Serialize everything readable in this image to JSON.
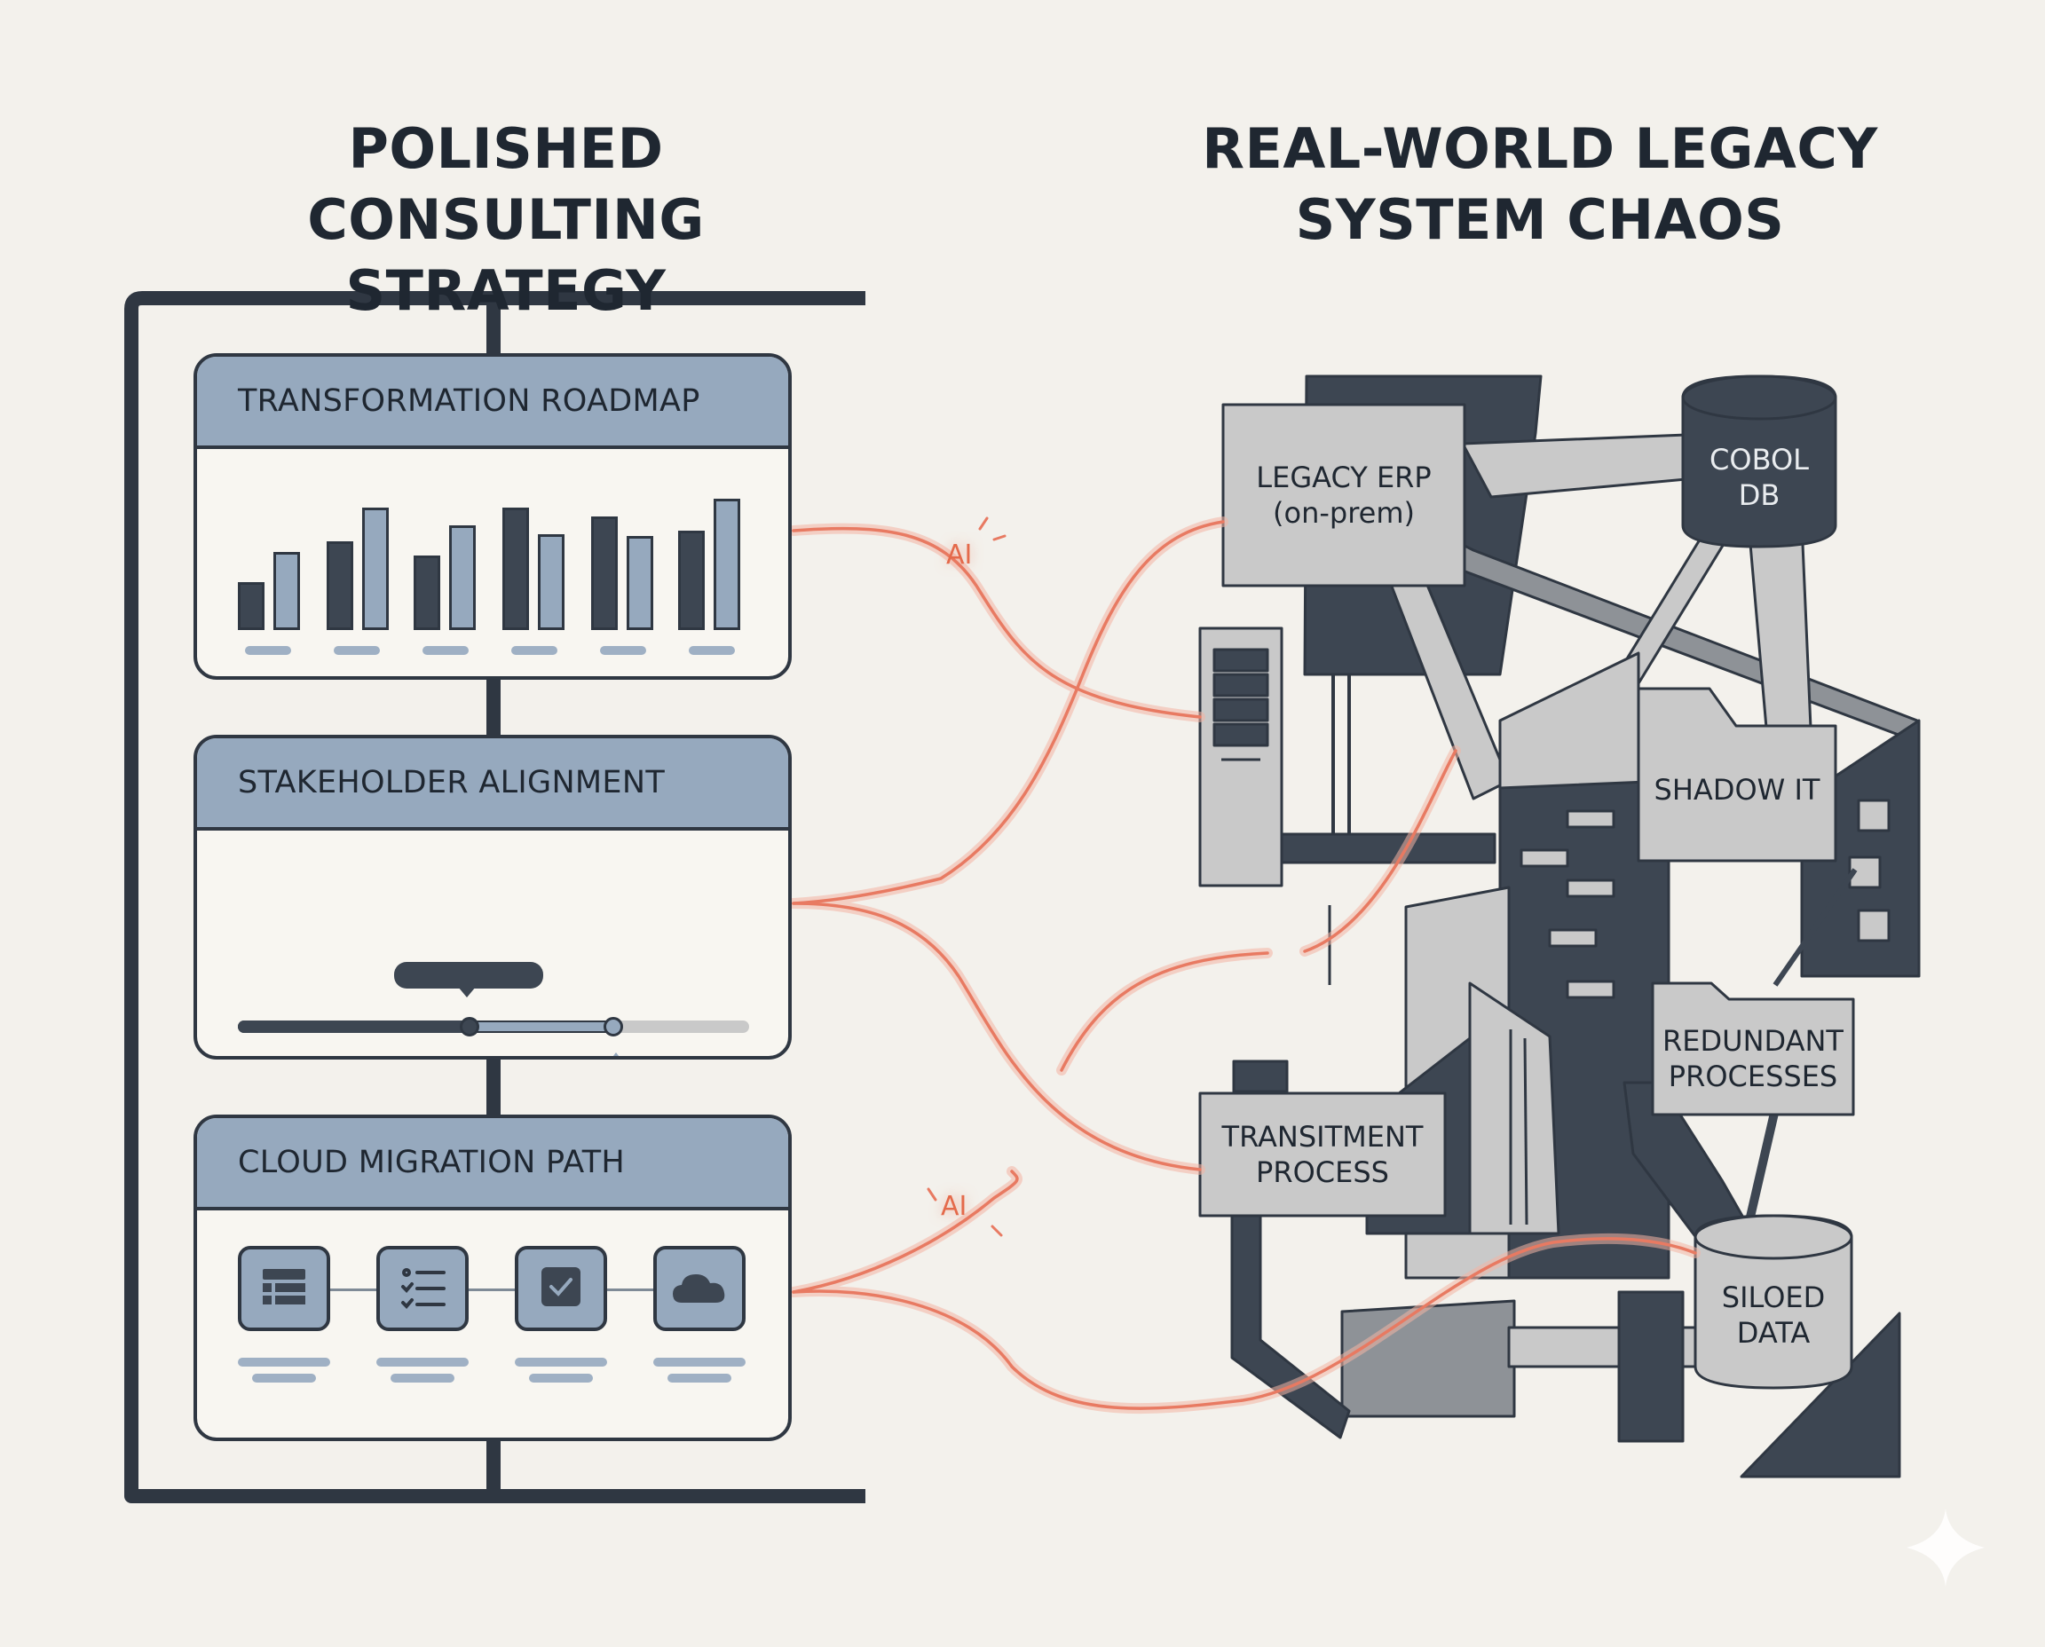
{
  "left": {
    "heading": [
      "POLISHED CONSULTING",
      "STRATEGY"
    ],
    "cards": [
      {
        "title": "TRANSFORMATION ROADMAP"
      },
      {
        "title": "STAKEHOLDER ALIGNMENT"
      },
      {
        "title": "CLOUD MIGRATION PATH"
      }
    ],
    "migration_steps": [
      "server-stack-icon",
      "checklist-icon",
      "checkbox-icon",
      "cloud-icon"
    ]
  },
  "right": {
    "heading": [
      "REAL-WORLD LEGACY",
      "SYSTEM CHAOS"
    ],
    "nodes": {
      "legacy_erp": [
        "LEGACY ERP",
        "(on-prem)"
      ],
      "cobol_db": [
        "COBOL",
        "DB"
      ],
      "shadow_it": [
        "SHADOW IT"
      ],
      "redundant": [
        "REDUNDANT",
        "PROCESSES"
      ],
      "transitment": [
        "TRANSITMENT",
        "PROCESS"
      ],
      "siloed": [
        "SILOED",
        "DATA"
      ]
    }
  },
  "ai_tags": [
    "AI",
    "AI"
  ],
  "colors": {
    "background": "#f3f1ec",
    "ink": "#1f2731",
    "slate_dark": "#3d4652",
    "slate_light": "#96a9be",
    "gray_light": "#c9c9c9",
    "gray_mid": "#8e9297",
    "accent_red": "#ec8069"
  }
}
